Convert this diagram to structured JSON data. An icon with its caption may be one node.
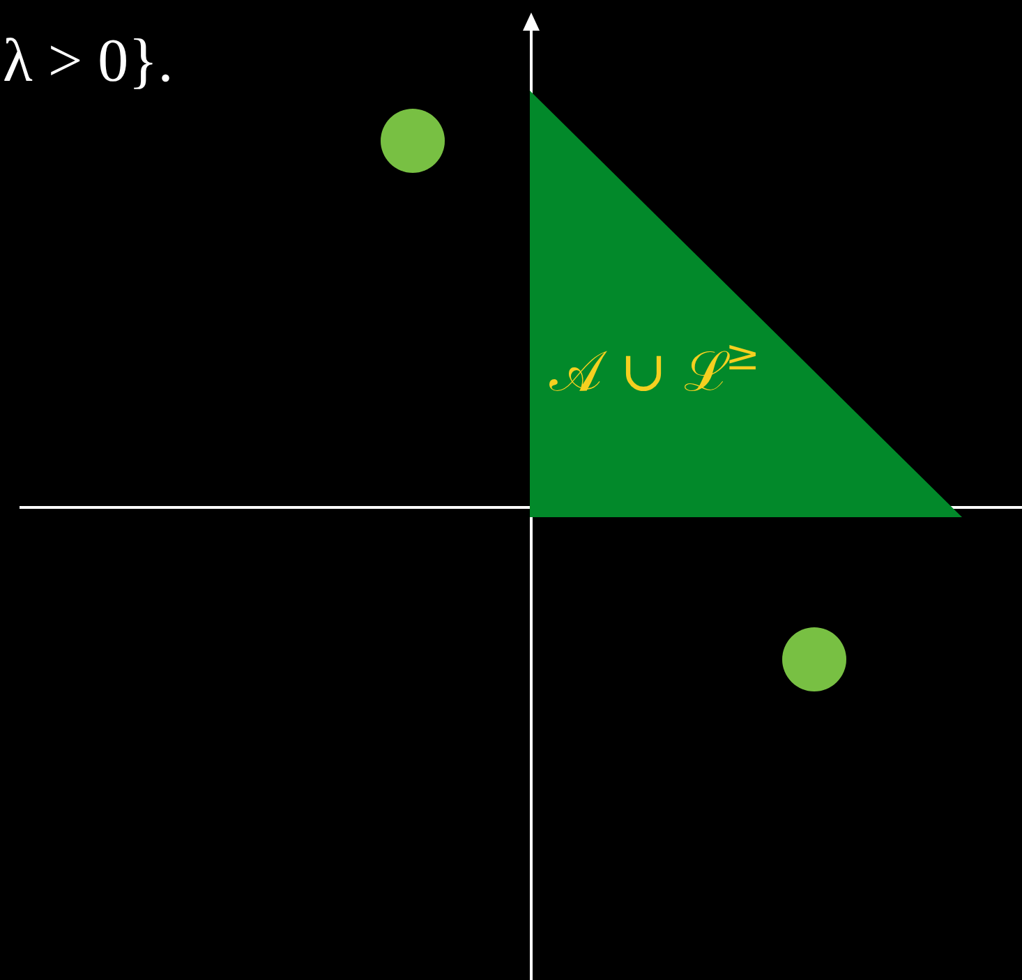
{
  "diagram": {
    "nodes": [
      {
        "text": [
          "𝒜 ∪ ℒ$^{≥}$"
        ]
      },
      {
        "text": [],
        "shape": "circle"
      },
      {
        "text": [],
        "shape": "circle"
      }
    ],
    "labels": [
      "λ > 0}."
    ]
  }
}
